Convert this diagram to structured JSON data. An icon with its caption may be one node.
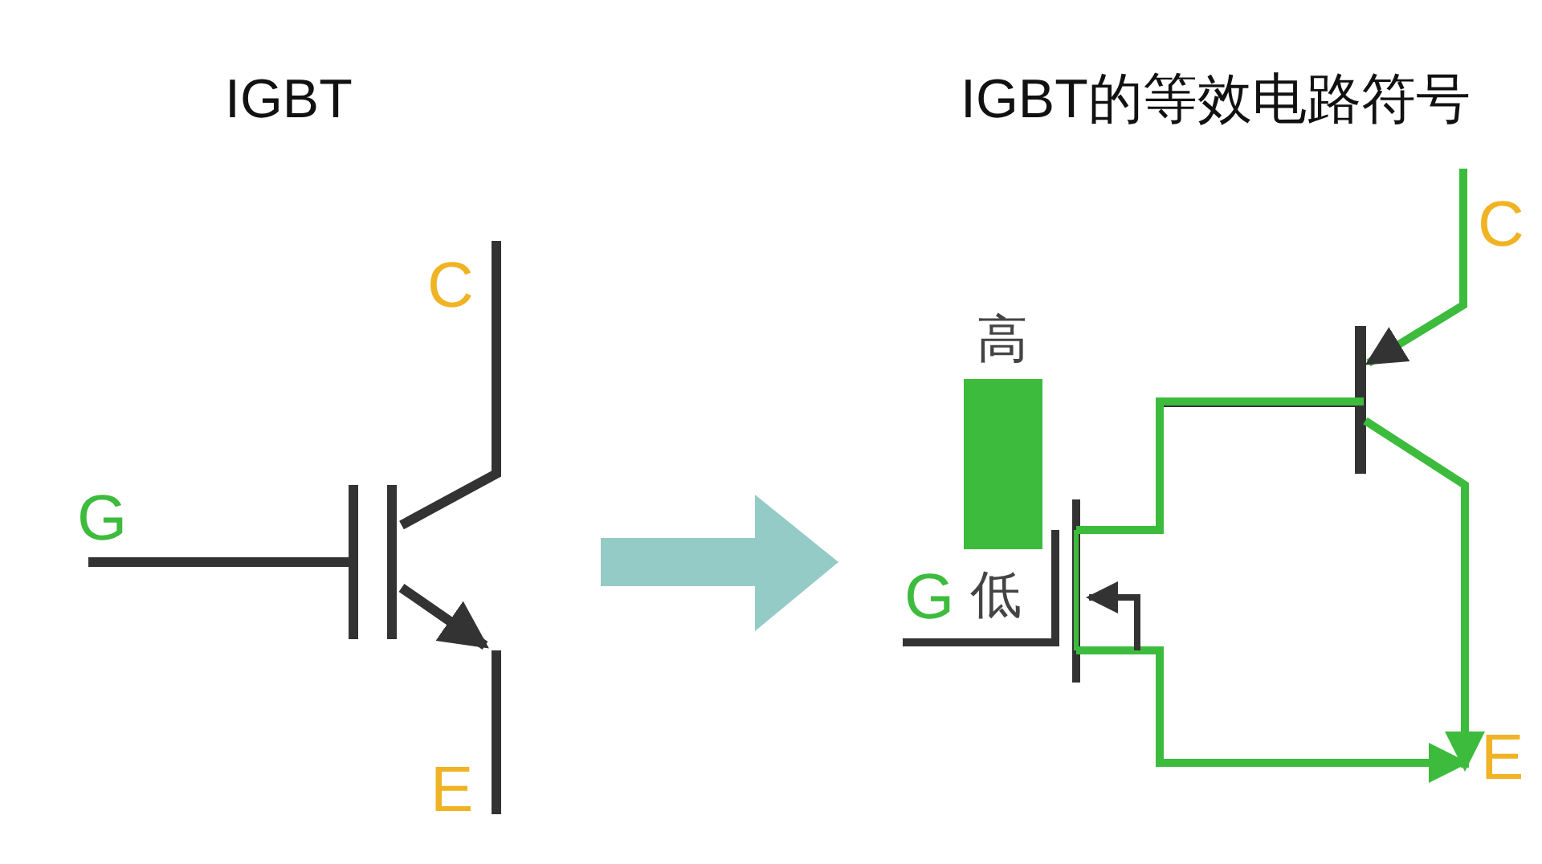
{
  "diagram": {
    "labels": [
      "IGBT",
      "IGBT的等效电路符号",
      "C",
      "G",
      "E",
      "C",
      "高",
      "G",
      "低",
      "E"
    ]
  }
}
